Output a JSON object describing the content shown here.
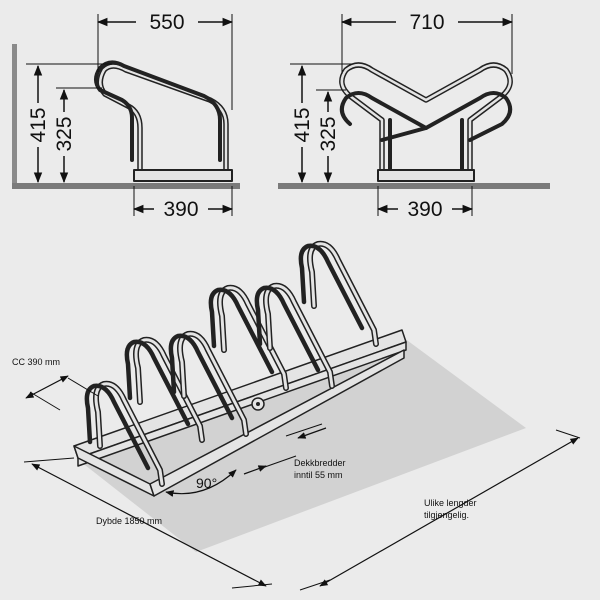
{
  "colors": {
    "background": "#ebebeb",
    "floor": "#d2d2d2",
    "ground": "#7a7a7a",
    "wall": "#8a8a8a",
    "tube": "#222222",
    "tube_fill": "#e4e4e4",
    "dim_line": "#111111"
  },
  "side_view": {
    "width_label": "550",
    "height_label": "415",
    "inner_height_label": "325",
    "base_label": "390"
  },
  "front_view": {
    "width_label": "710",
    "height_label": "415",
    "inner_height_label": "325",
    "base_label": "390"
  },
  "iso_view": {
    "cc_label": "CC 390 mm",
    "tyre_label_line1": "Dekkbredder",
    "tyre_label_line2": "inntil 55 mm",
    "angle_label": "90°",
    "depth_label": "Dybde 1850 mm",
    "length_label_line1": "Ulike lengder",
    "length_label_line2": "tilgjengelig."
  }
}
